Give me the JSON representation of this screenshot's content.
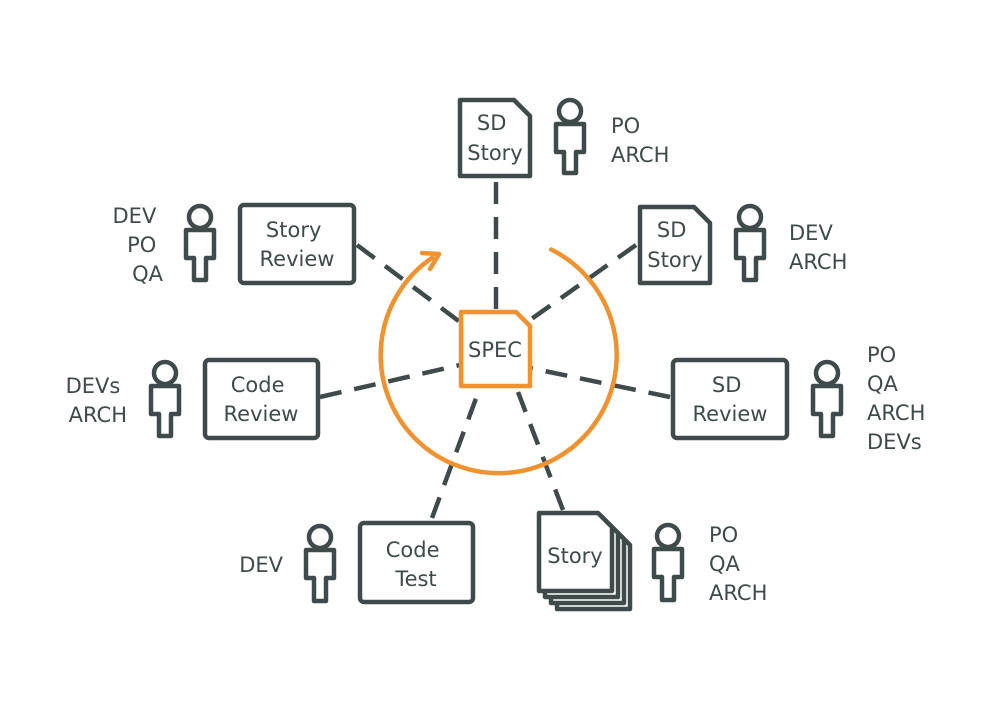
{
  "colors": {
    "ink": "#3f4a4b",
    "accent": "#f0922f",
    "background": "#ffffff"
  },
  "center": {
    "label": "SPEC",
    "icon": "document-icon"
  },
  "cycle": {
    "icon": "cycle-arrow-icon",
    "direction": "clockwise"
  },
  "nodes": [
    {
      "id": "sd-story-top",
      "shape": "document",
      "lines": [
        "SD",
        "Story"
      ],
      "roles": [
        "PO",
        "ARCH"
      ]
    },
    {
      "id": "sd-story-right",
      "shape": "document",
      "lines": [
        "SD",
        "Story"
      ],
      "roles": [
        "DEV",
        "ARCH"
      ]
    },
    {
      "id": "sd-review",
      "shape": "box",
      "lines": [
        "SD",
        "Review"
      ],
      "roles": [
        "PO",
        "QA",
        "ARCH",
        "DEVs"
      ]
    },
    {
      "id": "story",
      "shape": "stack",
      "lines": [
        "Story"
      ],
      "roles": [
        "PO",
        "QA",
        "ARCH"
      ]
    },
    {
      "id": "code-test",
      "shape": "box",
      "lines": [
        "Code",
        "Test"
      ],
      "roles": [
        "DEV"
      ]
    },
    {
      "id": "code-review",
      "shape": "box",
      "lines": [
        "Code",
        "Review"
      ],
      "roles": [
        "DEVs",
        "ARCH"
      ]
    },
    {
      "id": "story-review",
      "shape": "box",
      "lines": [
        "Story",
        "Review"
      ],
      "roles": [
        "DEV",
        "PO",
        "QA"
      ]
    }
  ]
}
